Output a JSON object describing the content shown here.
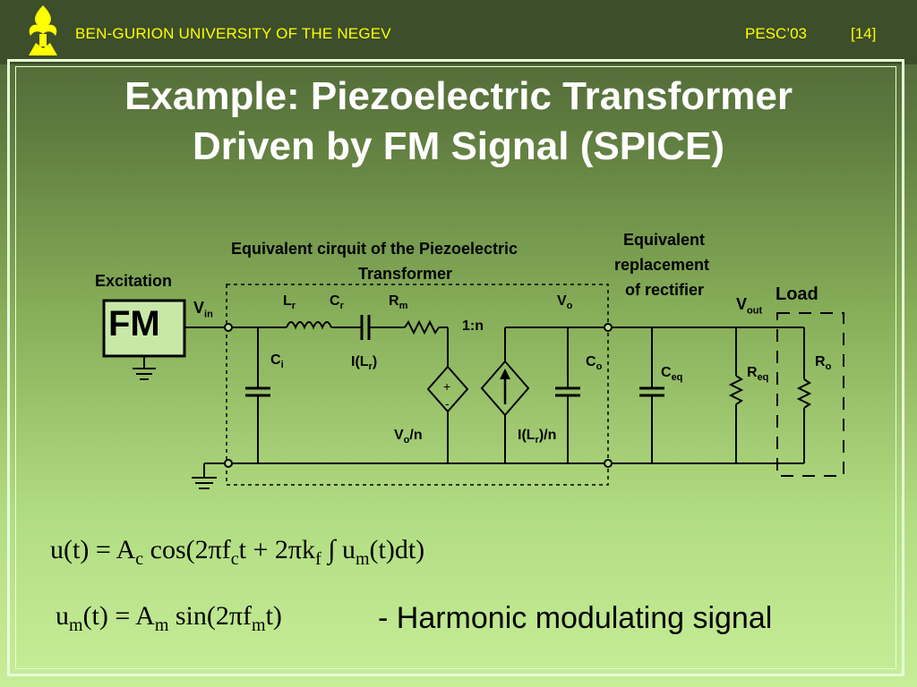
{
  "header": {
    "university": "BEN-GURION UNIVERSITY OF THE NEGEV",
    "conference": "PESC’03",
    "page": "[14]"
  },
  "title": {
    "line1": "Example: Piezoelectric Transformer",
    "line2": "Driven by FM Signal (SPICE)"
  },
  "diagram": {
    "excitation_label": "Excitation",
    "equivalent_circuit_label_1": "Equivalent cirquit of  the Piezoelectric",
    "equivalent_circuit_label_2": "Transformer",
    "rectifier_label_1": "Equivalent",
    "rectifier_label_2": "replacement",
    "rectifier_label_3": "of rectifier",
    "load_label": "Load",
    "fm_source": "FM",
    "vin": {
      "main": "V",
      "sub": "in"
    },
    "lr": {
      "main": "L",
      "sub": "r"
    },
    "cr": {
      "main": "C",
      "sub": "r"
    },
    "rm": {
      "main": "R",
      "sub": "m"
    },
    "ratio": "1:n",
    "vo": {
      "main": "V",
      "sub": "o"
    },
    "vout": {
      "main": "V",
      "sub": "out"
    },
    "ci": {
      "main": "C",
      "sub": "i"
    },
    "ilr": {
      "pre": "I(L",
      "sub": "r",
      "post": ")"
    },
    "co": {
      "main": "C",
      "sub": "o"
    },
    "ceq": {
      "main": "C",
      "sub": "eq"
    },
    "req": {
      "main": "R",
      "sub": "eq"
    },
    "ro": {
      "main": "R",
      "sub": "o"
    },
    "plus": "+",
    "minus": "-",
    "vo_n": {
      "pre": "V",
      "sub": "o",
      "post": "/n"
    },
    "ilr_n": {
      "pre": "I(L",
      "sub": "r",
      "post": ")/n"
    }
  },
  "equations": {
    "eq1": {
      "u": "u(t) = A",
      "c_sub": "c",
      "cos": " cos(2πf",
      "c_sub2": "c",
      "t_part": "t + 2πk",
      "f_sub": "f",
      "integral": " ∫ u",
      "m_sub": "m",
      "end": "(t)dt)"
    },
    "eq2": {
      "u": "u",
      "m_sub": "m",
      "mid": "(t) = A",
      "m_sub2": "m",
      "sin": " sin(2πf",
      "m_sub3": "m",
      "end": "t)"
    },
    "description": "- Harmonic modulating signal"
  },
  "colors": {
    "header_text": "#ffff00",
    "title_text": "#ffffff",
    "header_bar": "#3c4e2a"
  }
}
